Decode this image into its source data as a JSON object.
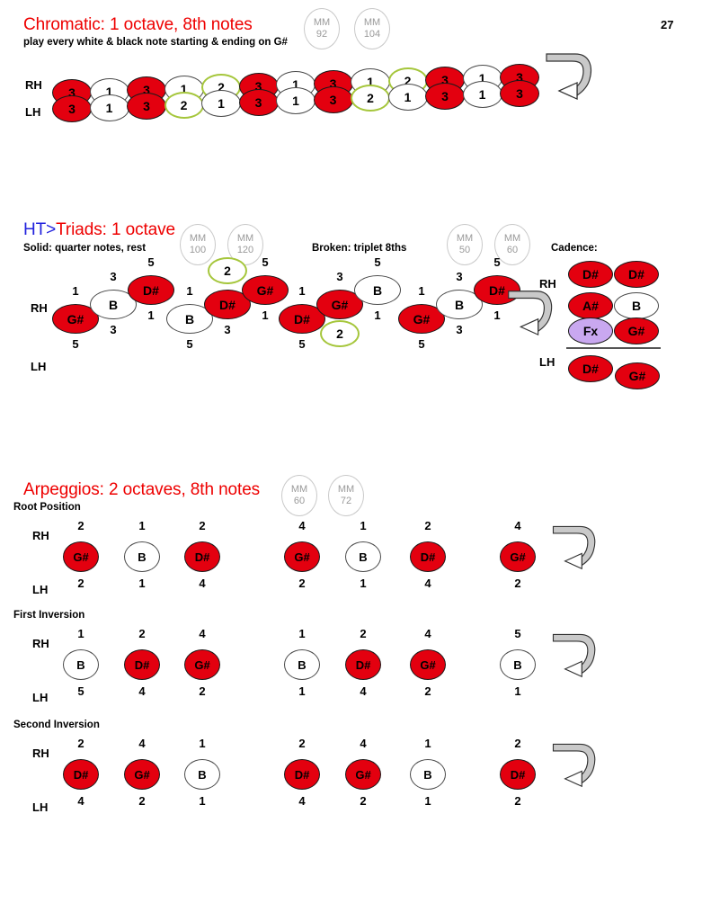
{
  "page": {
    "number": "27"
  },
  "sections": {
    "chromatic": {
      "title": "Chromatic: 1 octave, 8th notes",
      "subtitle": "play every white & black note starting & ending on G#",
      "tempos": [
        {
          "label": "MM",
          "value": "92"
        },
        {
          "label": "MM",
          "value": "104"
        }
      ],
      "hands": {
        "rh": "RH",
        "lh": "LH"
      },
      "rh_notes": [
        {
          "text": "3",
          "style": "red"
        },
        {
          "text": "1",
          "style": "white"
        },
        {
          "text": "3",
          "style": "red"
        },
        {
          "text": "1",
          "style": "white"
        },
        {
          "text": "2",
          "style": "green"
        },
        {
          "text": "3",
          "style": "red"
        },
        {
          "text": "1",
          "style": "white"
        },
        {
          "text": "3",
          "style": "red"
        },
        {
          "text": "1",
          "style": "white"
        },
        {
          "text": "2",
          "style": "green"
        },
        {
          "text": "3",
          "style": "red"
        },
        {
          "text": "1",
          "style": "white"
        },
        {
          "text": "3",
          "style": "red"
        }
      ],
      "lh_notes": [
        {
          "text": "3",
          "style": "red"
        },
        {
          "text": "1",
          "style": "white"
        },
        {
          "text": "3",
          "style": "red"
        },
        {
          "text": "2",
          "style": "green"
        },
        {
          "text": "1",
          "style": "white"
        },
        {
          "text": "3",
          "style": "red"
        },
        {
          "text": "1",
          "style": "white"
        },
        {
          "text": "3",
          "style": "red"
        },
        {
          "text": "2",
          "style": "green"
        },
        {
          "text": "1",
          "style": "white"
        },
        {
          "text": "3",
          "style": "red"
        },
        {
          "text": "1",
          "style": "white"
        },
        {
          "text": "3",
          "style": "red"
        }
      ]
    },
    "triads": {
      "title_prefix": "HT>",
      "title": "Triads: 1 octave",
      "subtitle": "Solid: quarter notes, rest",
      "broken_label": "Broken: triplet 8ths",
      "cadence_label": "Cadence:",
      "tempos_solid": [
        {
          "label": "MM",
          "value": "100"
        },
        {
          "label": "MM",
          "value": "120"
        }
      ],
      "tempos_broken": [
        {
          "label": "MM",
          "value": "50"
        },
        {
          "label": "MM",
          "value": "60"
        }
      ],
      "hands": {
        "rh": "RH",
        "lh": "LH"
      },
      "groups": [
        {
          "name": "solid-root",
          "notes": [
            {
              "text": "G#",
              "style": "red",
              "rh": "1",
              "lh": "5"
            },
            {
              "text": "B",
              "style": "white",
              "rh": "3",
              "lh": "3"
            },
            {
              "text": "D#",
              "style": "red",
              "rh": "5",
              "lh": "1"
            }
          ],
          "accent": null
        },
        {
          "name": "solid-first-inversion",
          "notes": [
            {
              "text": "B",
              "style": "white",
              "rh": "1",
              "lh": "5"
            },
            {
              "text": "D#",
              "style": "red",
              "rh": "",
              "lh": "3"
            },
            {
              "text": "G#",
              "style": "red",
              "rh": "5",
              "lh": "1"
            }
          ],
          "accent": {
            "text": "2",
            "position": "above-middle"
          }
        },
        {
          "name": "broken-second-inversion",
          "notes": [
            {
              "text": "D#",
              "style": "red",
              "rh": "1",
              "lh": "5"
            },
            {
              "text": "G#",
              "style": "red",
              "rh": "3",
              "lh": ""
            },
            {
              "text": "B",
              "style": "white",
              "rh": "5",
              "lh": "1"
            }
          ],
          "accent": {
            "text": "2",
            "position": "below-middle"
          }
        },
        {
          "name": "broken-root",
          "notes": [
            {
              "text": "G#",
              "style": "red",
              "rh": "1",
              "lh": "5"
            },
            {
              "text": "B",
              "style": "white",
              "rh": "3",
              "lh": "3"
            },
            {
              "text": "D#",
              "style": "red",
              "rh": "5",
              "lh": "1"
            }
          ],
          "accent": null
        }
      ],
      "cadence": {
        "rh_col1": [
          {
            "text": "D#",
            "style": "red"
          },
          {
            "text": "A#",
            "style": "red"
          },
          {
            "text": "Fx",
            "style": "purple"
          }
        ],
        "rh_col2": [
          {
            "text": "D#",
            "style": "red"
          },
          {
            "text": "B",
            "style": "white"
          },
          {
            "text": "G#",
            "style": "red"
          }
        ],
        "lh": [
          {
            "text": "D#",
            "style": "red"
          },
          {
            "text": "G#",
            "style": "red"
          }
        ]
      }
    },
    "arpeggios": {
      "title": "Arpeggios: 2 octaves, 8th notes",
      "tempos": [
        {
          "label": "MM",
          "value": "60"
        },
        {
          "label": "MM",
          "value": "72"
        }
      ],
      "hands": {
        "rh": "RH",
        "lh": "LH"
      },
      "rows": [
        {
          "label": "Root Position",
          "notes": [
            {
              "text": "G#",
              "style": "red",
              "rh": "2",
              "lh": "2"
            },
            {
              "text": "B",
              "style": "white",
              "rh": "1",
              "lh": "1"
            },
            {
              "text": "D#",
              "style": "red",
              "rh": "2",
              "lh": "4"
            },
            {
              "text": "G#",
              "style": "red",
              "rh": "4",
              "lh": "2"
            },
            {
              "text": "B",
              "style": "white",
              "rh": "1",
              "lh": "1"
            },
            {
              "text": "D#",
              "style": "red",
              "rh": "2",
              "lh": "4"
            },
            {
              "text": "G#",
              "style": "red",
              "rh": "4",
              "lh": "2"
            }
          ]
        },
        {
          "label": "First Inversion",
          "notes": [
            {
              "text": "B",
              "style": "white",
              "rh": "1",
              "lh": "5"
            },
            {
              "text": "D#",
              "style": "red",
              "rh": "2",
              "lh": "4"
            },
            {
              "text": "G#",
              "style": "red",
              "rh": "4",
              "lh": "2"
            },
            {
              "text": "B",
              "style": "white",
              "rh": "1",
              "lh": "1"
            },
            {
              "text": "D#",
              "style": "red",
              "rh": "2",
              "lh": "4"
            },
            {
              "text": "G#",
              "style": "red",
              "rh": "4",
              "lh": "2"
            },
            {
              "text": "B",
              "style": "white",
              "rh": "5",
              "lh": "1"
            }
          ]
        },
        {
          "label": "Second Inversion",
          "notes": [
            {
              "text": "D#",
              "style": "red",
              "rh": "2",
              "lh": "4"
            },
            {
              "text": "G#",
              "style": "red",
              "rh": "4",
              "lh": "2"
            },
            {
              "text": "B",
              "style": "white",
              "rh": "1",
              "lh": "1"
            },
            {
              "text": "D#",
              "style": "red",
              "rh": "2",
              "lh": "4"
            },
            {
              "text": "G#",
              "style": "red",
              "rh": "4",
              "lh": "2"
            },
            {
              "text": "B",
              "style": "white",
              "rh": "1",
              "lh": "1"
            },
            {
              "text": "D#",
              "style": "red",
              "rh": "2",
              "lh": "2"
            }
          ]
        }
      ]
    }
  },
  "colors": {
    "accent_red": "#ee0000",
    "note_red": "#e3000f",
    "note_purple": "#c9a8f0",
    "accent_green": "#a5c63b",
    "tempo_gray": "#9a9a9a",
    "title_blue": "#2222dd"
  },
  "icons": {
    "repeat": "repeat-arrow-icon"
  }
}
